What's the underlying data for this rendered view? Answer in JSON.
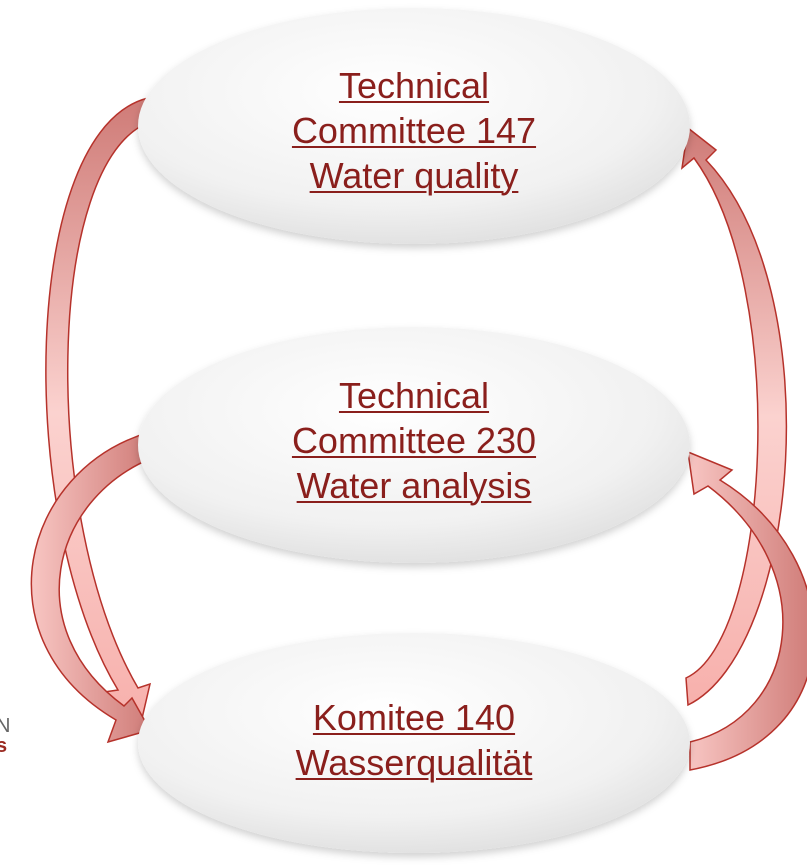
{
  "nodes": [
    {
      "id": "tc147",
      "lines": [
        "Technical",
        "Committee 147",
        "Water quality"
      ]
    },
    {
      "id": "tc230",
      "lines": [
        "Technical",
        "Committee 230",
        "Water analysis"
      ]
    },
    {
      "id": "k140",
      "lines": [
        "Komitee 140",
        "Wasserqualität"
      ]
    }
  ],
  "logo_fragment": {
    "line1": "N",
    "line2": "s"
  },
  "colors": {
    "arrow_fill": "#f6b3b0",
    "arrow_stroke": "#b6322b",
    "ellipse_fill": "#eeeeee",
    "link_text": "#8a1f1c"
  }
}
